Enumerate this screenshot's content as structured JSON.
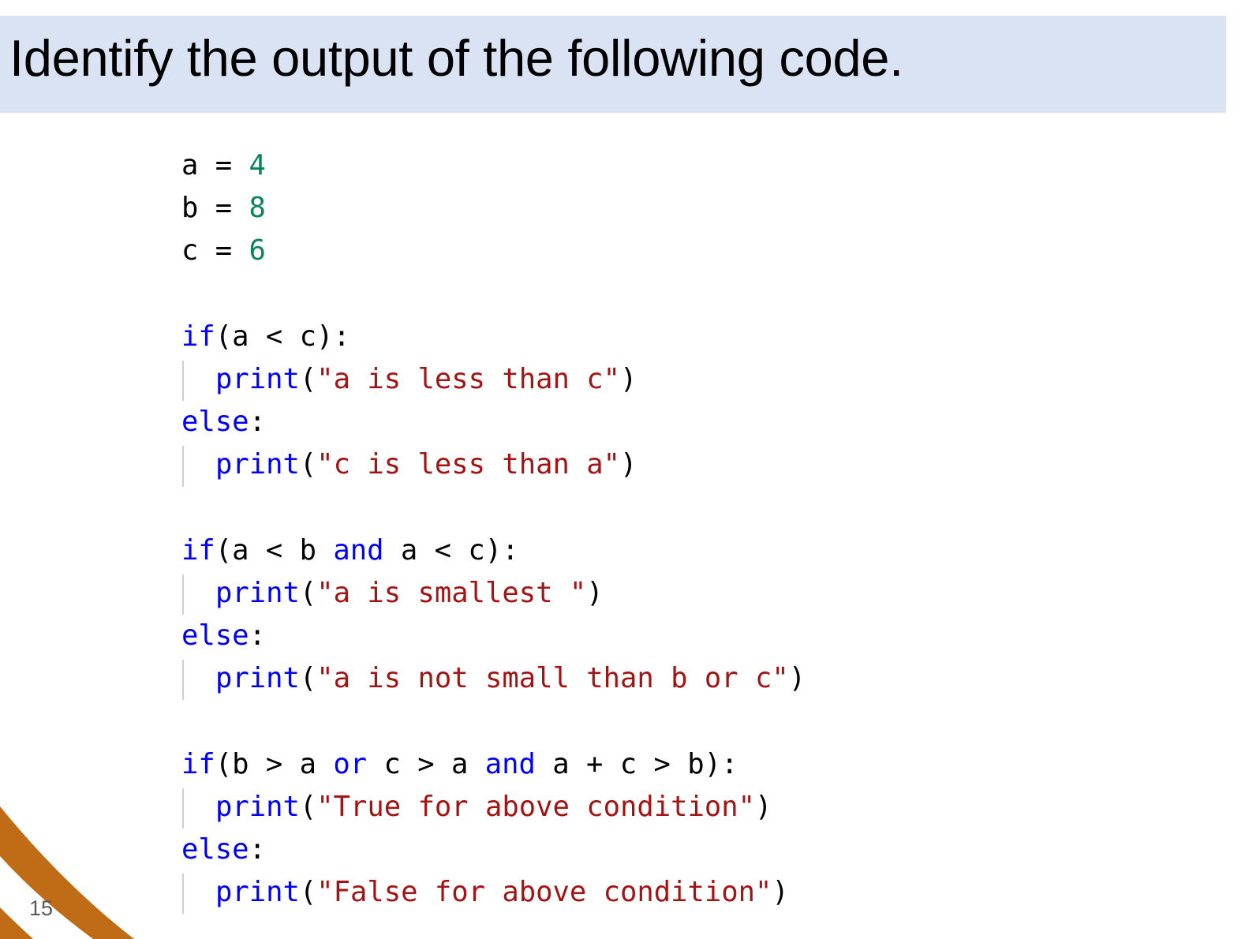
{
  "slide": {
    "title": "Identify the output of the following code.",
    "page_number": "15",
    "accent_color": "#c06c17"
  },
  "code_lines": [
    {
      "indent": false,
      "tokens": [
        [
          "a = ",
          "plain"
        ],
        [
          "4",
          "num"
        ]
      ]
    },
    {
      "indent": false,
      "tokens": [
        [
          "b = ",
          "plain"
        ],
        [
          "8",
          "num"
        ]
      ]
    },
    {
      "indent": false,
      "tokens": [
        [
          "c = ",
          "plain"
        ],
        [
          "6",
          "num"
        ]
      ]
    },
    {
      "indent": false,
      "tokens": []
    },
    {
      "indent": false,
      "tokens": [
        [
          "if",
          "kw"
        ],
        [
          "(a < c):",
          "plain"
        ]
      ]
    },
    {
      "indent": true,
      "tokens": [
        [
          "print",
          "kw"
        ],
        [
          "(",
          "plain"
        ],
        [
          "\"a is less than c\"",
          "str"
        ],
        [
          ")",
          "plain"
        ]
      ]
    },
    {
      "indent": false,
      "tokens": [
        [
          "else",
          "kw"
        ],
        [
          ":",
          "plain"
        ]
      ]
    },
    {
      "indent": true,
      "tokens": [
        [
          "print",
          "kw"
        ],
        [
          "(",
          "plain"
        ],
        [
          "\"c is less than a\"",
          "str"
        ],
        [
          ")",
          "plain"
        ]
      ]
    },
    {
      "indent": false,
      "tokens": []
    },
    {
      "indent": false,
      "tokens": [
        [
          "if",
          "kw"
        ],
        [
          "(a < b ",
          "plain"
        ],
        [
          "and",
          "kw"
        ],
        [
          " a < c):",
          "plain"
        ]
      ]
    },
    {
      "indent": true,
      "tokens": [
        [
          "print",
          "kw"
        ],
        [
          "(",
          "plain"
        ],
        [
          "\"a is smallest \"",
          "str"
        ],
        [
          ")",
          "plain"
        ]
      ]
    },
    {
      "indent": false,
      "tokens": [
        [
          "else",
          "kw"
        ],
        [
          ":",
          "plain"
        ]
      ]
    },
    {
      "indent": true,
      "tokens": [
        [
          "print",
          "kw"
        ],
        [
          "(",
          "plain"
        ],
        [
          "\"a is not small than b or c\"",
          "str"
        ],
        [
          ")",
          "plain"
        ]
      ]
    },
    {
      "indent": false,
      "tokens": []
    },
    {
      "indent": false,
      "tokens": [
        [
          "if",
          "kw"
        ],
        [
          "(b > a ",
          "plain"
        ],
        [
          "or",
          "kw"
        ],
        [
          " c > a ",
          "plain"
        ],
        [
          "and",
          "kw"
        ],
        [
          " a + c > b):",
          "plain"
        ]
      ]
    },
    {
      "indent": true,
      "tokens": [
        [
          "print",
          "kw"
        ],
        [
          "(",
          "plain"
        ],
        [
          "\"True for above condition\"",
          "str"
        ],
        [
          ")",
          "plain"
        ]
      ]
    },
    {
      "indent": false,
      "tokens": [
        [
          "else",
          "kw"
        ],
        [
          ":",
          "plain"
        ]
      ]
    },
    {
      "indent": true,
      "tokens": [
        [
          "print",
          "kw"
        ],
        [
          "(",
          "plain"
        ],
        [
          "\"False for above condition\"",
          "str"
        ],
        [
          ")",
          "plain"
        ]
      ]
    }
  ]
}
